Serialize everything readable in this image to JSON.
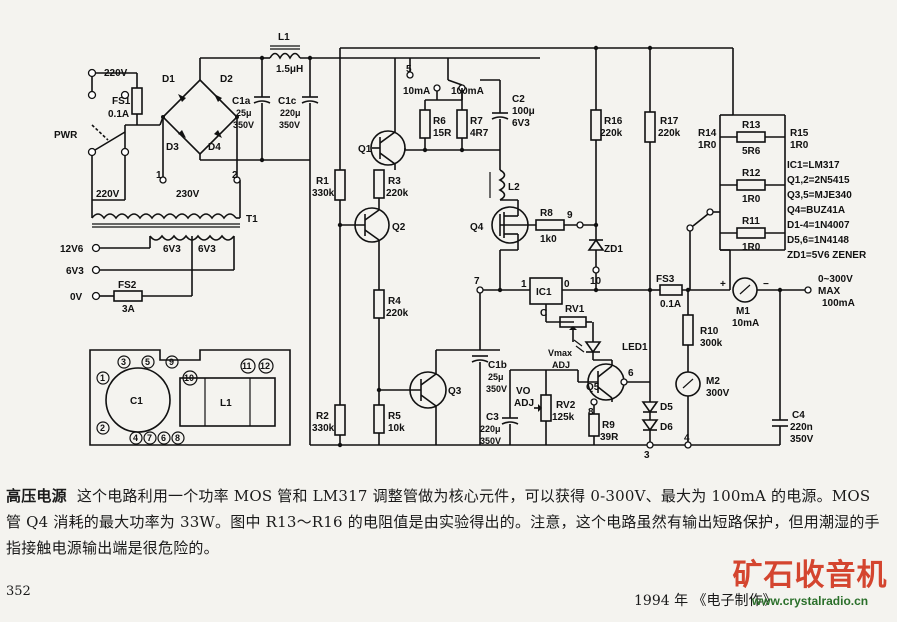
{
  "schematic": {
    "supply": {
      "v220": "220V",
      "fs1": "FS1",
      "fs1_val": "0.1A",
      "pwr": "PWR",
      "prim1": "220V",
      "prim2": "230V",
      "t1": "T1",
      "sec_a": "6V3",
      "sec_b": "6V3",
      "out_12v6": "12V6",
      "out_6v3": "6V3",
      "out_0v": "0V",
      "fs2": "FS2",
      "fs2_val": "3A"
    },
    "rectifier": {
      "d1": "D1",
      "d2": "D2",
      "d3": "D3",
      "d4": "D4"
    },
    "filter": {
      "l1": "L1",
      "l1_val": "1.5μH",
      "c1a": "C1a",
      "c1a_v1": "25μ",
      "c1a_v2": "350V",
      "c1c": "C1c",
      "c1c_v1": "220μ",
      "c1c_v2": "350V"
    },
    "nodes": [
      "1",
      "2",
      "3",
      "4",
      "5",
      "6",
      "7",
      "8",
      "9",
      "10"
    ],
    "range": {
      "r10ma": "10mA",
      "r100ma": "100mA"
    },
    "parts": {
      "r6": "R6",
      "r6v": "15R",
      "r7": "R7",
      "r7v": "4R7",
      "c2": "C2",
      "c2v1": "100μ",
      "c2v2": "6V3",
      "q1": "Q1",
      "q2": "Q2",
      "q3": "Q3",
      "q4": "Q4",
      "q5": "Q5",
      "r1": "R1",
      "r1v": "330k",
      "r2": "R2",
      "r2v": "330k",
      "r3": "R3",
      "r3v": "220k",
      "r4": "R4",
      "r4v": "220k",
      "r5": "R5",
      "r5v": "10k",
      "l2": "L2",
      "r8": "R8",
      "r8v": "1k0",
      "r16": "R16",
      "r16v": "220k",
      "r17": "R17",
      "r17v": "220k",
      "zd1": "ZD1",
      "ic1": "IC1",
      "rv1": "RV1",
      "c": "C",
      "vmax": "Vmax",
      "adj": "ADJ",
      "led1": "LED1",
      "vo": "VO",
      "rv2": "RV2",
      "rv2v": "125k",
      "c1b": "C1b",
      "c1bv1": "25μ",
      "c1bv2": "350V",
      "c3": "C3",
      "c3v1": "220μ",
      "c3v2": "350V",
      "r9": "R9",
      "r9v": "39R",
      "d5": "D5",
      "d6": "D6",
      "fs3": "FS3",
      "fs3v": "0.1A",
      "m1": "M1",
      "m1v": "10mA",
      "r10": "R10",
      "r10v": "300k",
      "m2": "M2",
      "m2v": "300V",
      "c4": "C4",
      "c4v1": "220n",
      "c4v2": "350V",
      "r11": "R11",
      "r11v": "1R0",
      "r12": "R12",
      "r12v": "1R0",
      "r13": "R13",
      "r13v": "5R6",
      "r14": "R14",
      "r14v": "1R0",
      "r15": "R15",
      "r15v": "1R0"
    },
    "output": {
      "range": "0~300V",
      "max": "MAX",
      "max_i": "100mA"
    },
    "legend": [
      "IC1=LM317",
      "Q1,2=2N5415",
      "Q3,5=MJE340",
      "Q4=BUZ41A",
      "D1-4=1N4007",
      "D5,6=1N4148",
      "ZD1=5V6 ZENER"
    ],
    "layout_box": {
      "c1": "C1",
      "l1": "L1",
      "pins": [
        "1",
        "2",
        "3",
        "4",
        "5",
        "6",
        "7",
        "8",
        "9",
        "10",
        "11",
        "12"
      ]
    }
  },
  "caption": {
    "title": "高压电源",
    "body": "这个电路利用一个功率 MOS 管和 LM317 调整管做为核心元件，可以获得 0-300V、最大为 100mA 的电源。MOS 管 Q4 消耗的最大功率为 33W。图中 R13～R16 的电阻值是由实验得出的。注意，这个电路虽然有输出短路保护，但用潮湿的手指接触电源输出端是很危险的。"
  },
  "footer": {
    "page": "352",
    "year": "1994 年 《电子制作》"
  },
  "watermark": {
    "name": "矿石收音机",
    "url": "www.crystalradio.cn"
  }
}
